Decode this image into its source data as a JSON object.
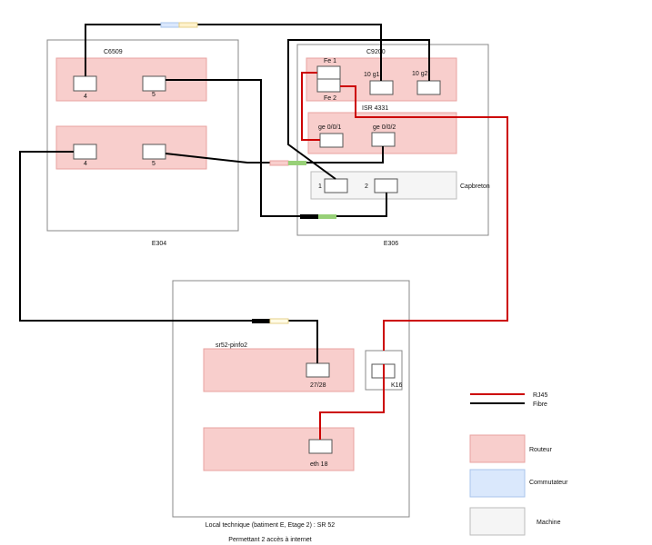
{
  "rooms": {
    "e304": {
      "label": "E304",
      "router_top_label": "C6509",
      "ports_top": [
        "4",
        "5"
      ],
      "ports_bottom": [
        "4",
        "5"
      ]
    },
    "e306": {
      "label": "E306",
      "c9200": {
        "label": "C9200",
        "fe1": "Fe 1",
        "fe2": "Fe 2",
        "g1": "10 g1",
        "g2": "10 g2"
      },
      "isr": {
        "label": "ISR 4331",
        "ge1": "ge 0/0/1",
        "ge2": "ge 0/0/2"
      },
      "capbreton": {
        "label": "Capbreton",
        "p1": "1",
        "p2": "2"
      }
    },
    "sr52": {
      "router_label": "sr52-pinfo2",
      "port_top": "27/28",
      "port_bottom": "eth 18",
      "wall_socket": "K16",
      "caption": "Local technique (batiment E, Etage 2) : SR 52",
      "subcaption": "Permettant 2 accès à internet"
    }
  },
  "legend": {
    "rj45": "RJ45",
    "fibre": "Fibre",
    "router": "Routeur",
    "switch": "Commutateur",
    "machine": "Machine"
  },
  "colors": {
    "rj45": "#cc0000",
    "fibre": "#000000",
    "router": "#f8cecc",
    "switch": "#dae8fc",
    "machine": "#f5f5f5"
  }
}
